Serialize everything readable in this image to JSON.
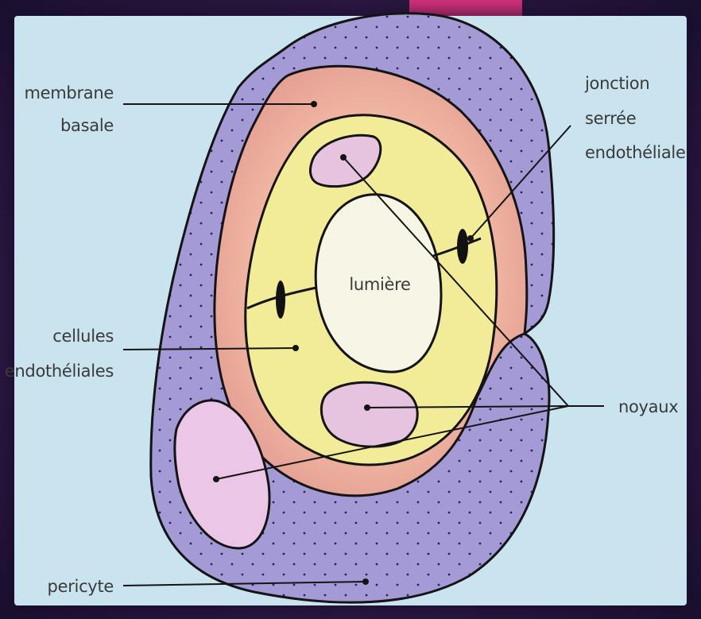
{
  "labels": {
    "membrane_1": "membrane",
    "membrane_2": "basale",
    "jonction_1": "jonction",
    "jonction_2": "serrée",
    "jonction_3": "endothéliale",
    "lumiere": "lumière",
    "cellules_1": "cellules",
    "cellules_2": "endothéliales",
    "noyaux": "noyaux",
    "pericyte": "pericyte"
  },
  "colors": {
    "panel_bg": "#c9e4ef",
    "pericyte": "#a39ad6",
    "membrane": "#ecaa9a",
    "endothelial": "#f2ec98",
    "lumen": "#f7f6e6",
    "nucleus": "#e6c3df",
    "accent": "#d2317a"
  }
}
